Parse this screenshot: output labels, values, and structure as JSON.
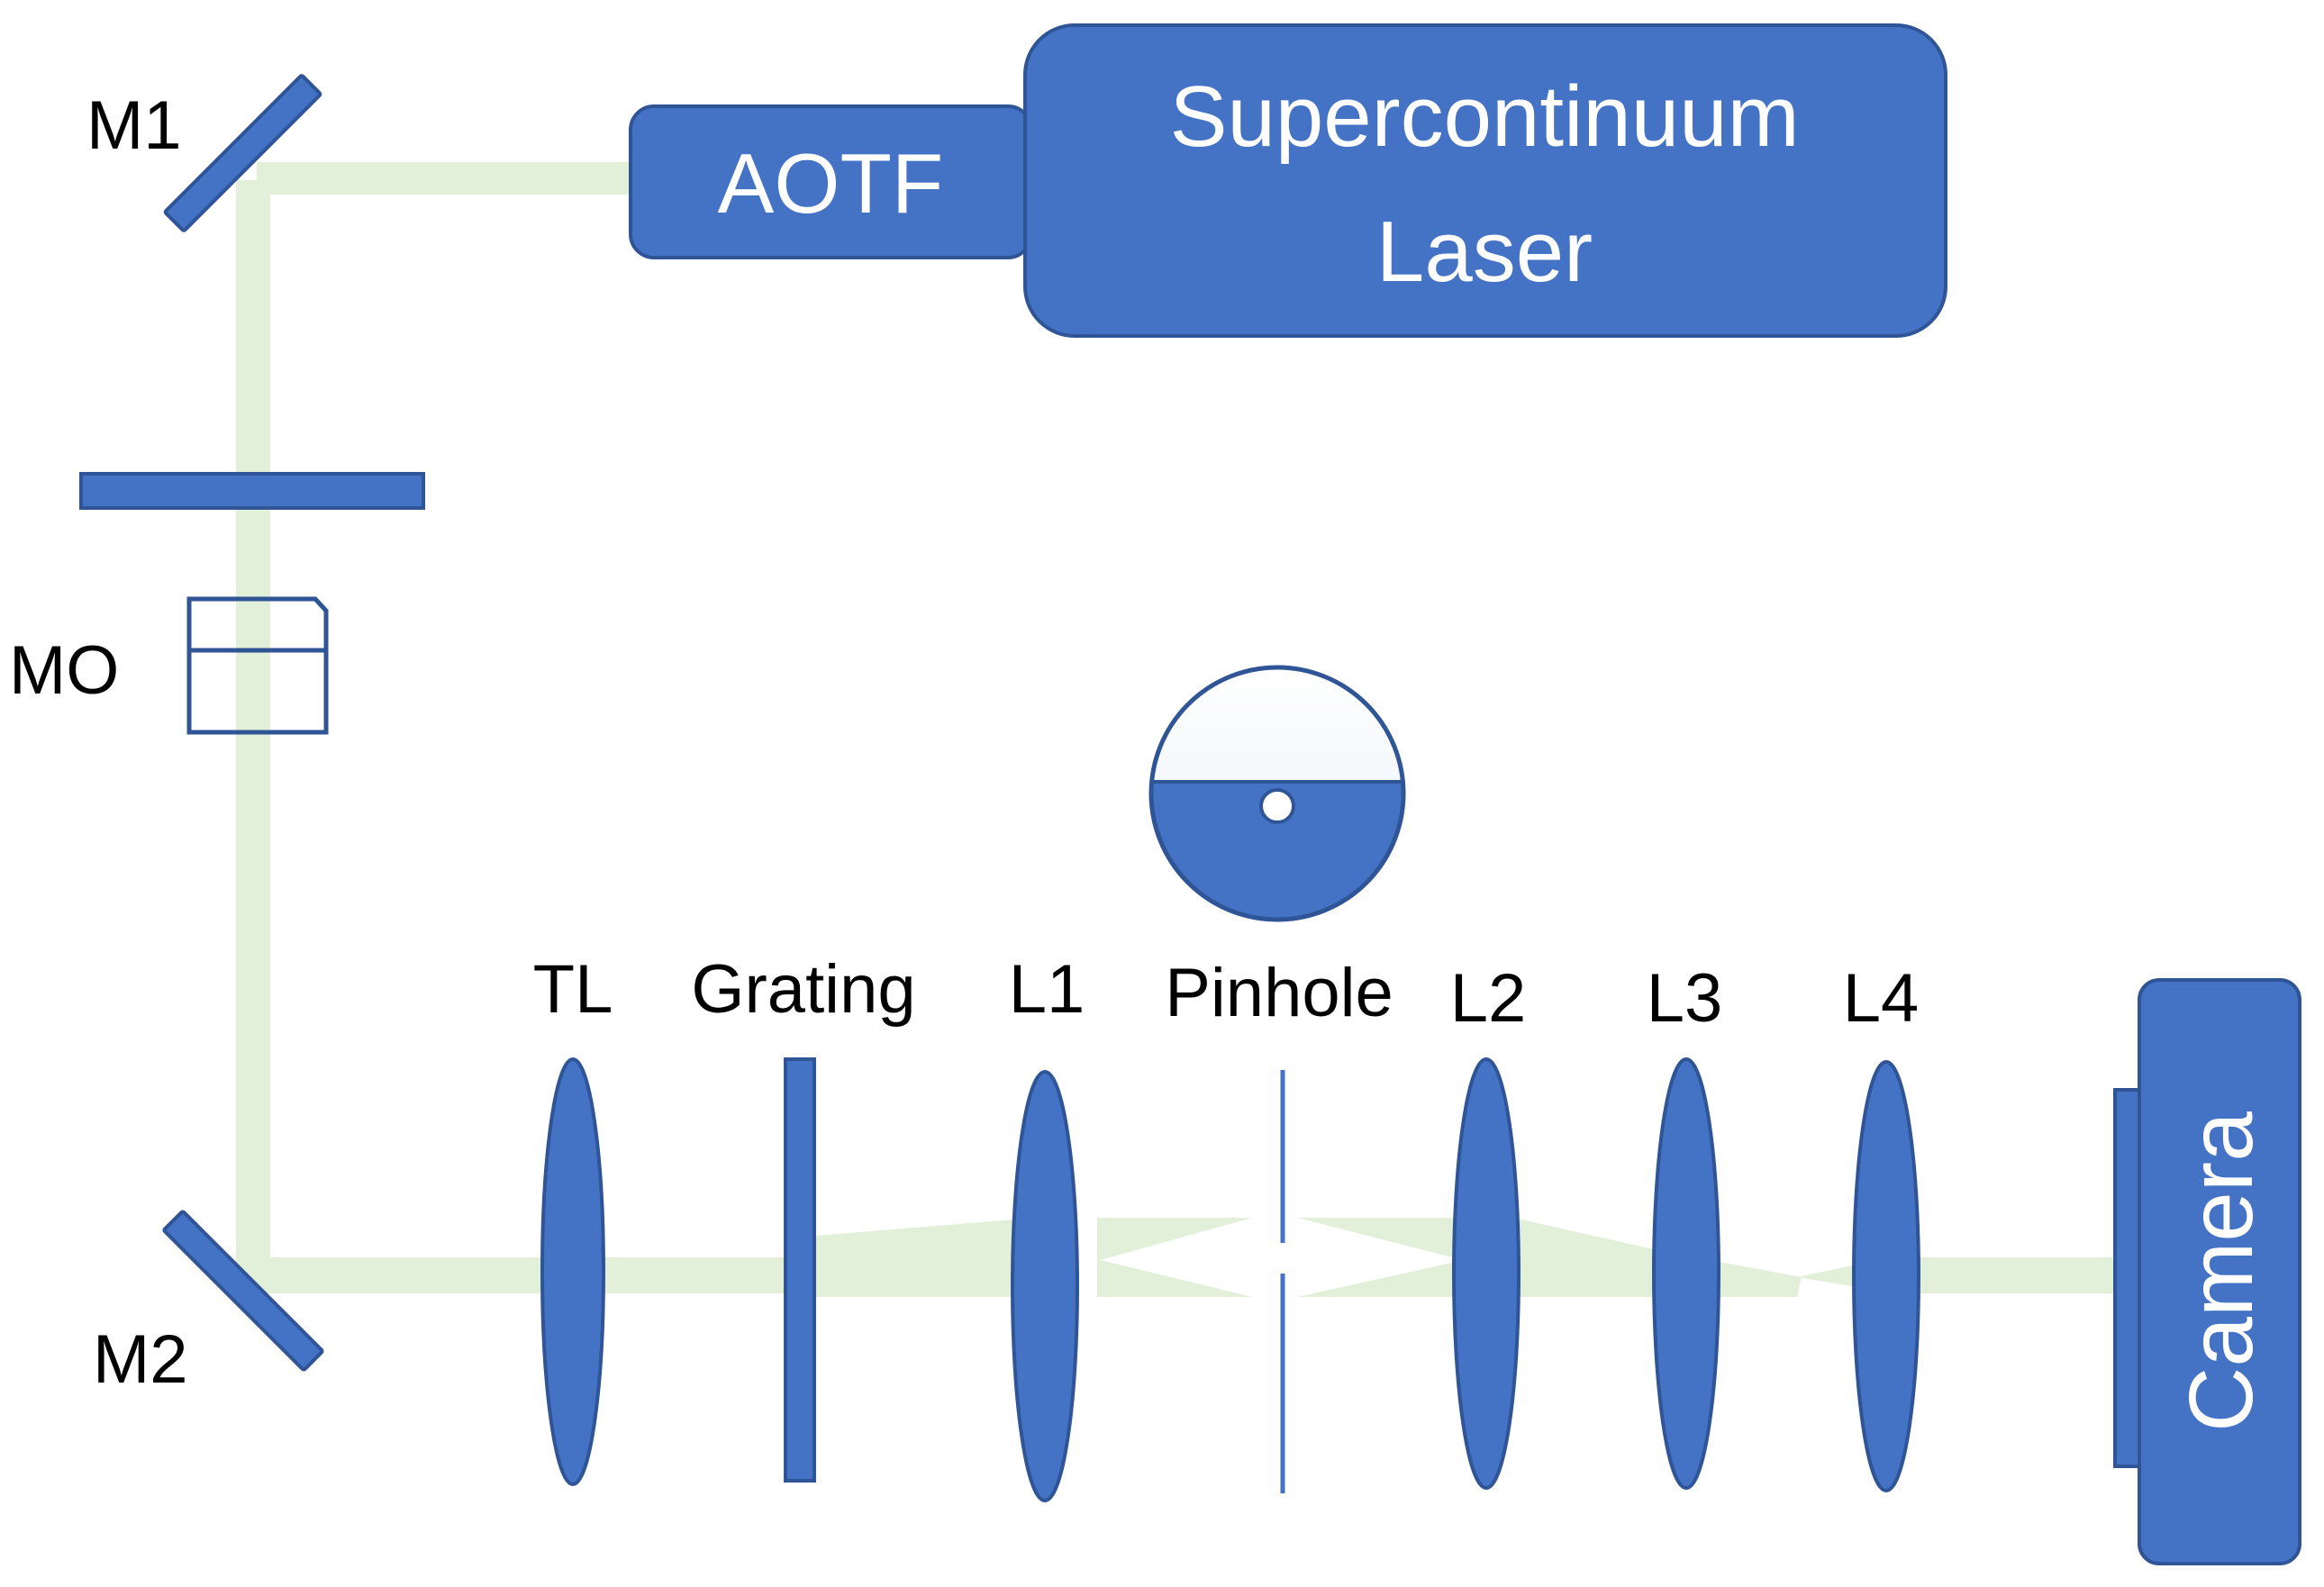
{
  "colors": {
    "component": "#4472C4",
    "component_stroke": "#2F5597",
    "beam": "#E2F0D9",
    "text_on_component": "#FFFFFF",
    "label_text": "#000000"
  },
  "components": {
    "laser": {
      "line1": "Supercontinuum",
      "line2": "Laser"
    },
    "aotf": "AOTF",
    "camera": "Camera"
  },
  "labels": {
    "m1": "M1",
    "m2": "M2",
    "mo": "MO",
    "tl": "TL",
    "grating": "Grating",
    "l1": "L1",
    "pinhole": "Pinhole",
    "l2": "L2",
    "l3": "L3",
    "l4": "L4"
  }
}
